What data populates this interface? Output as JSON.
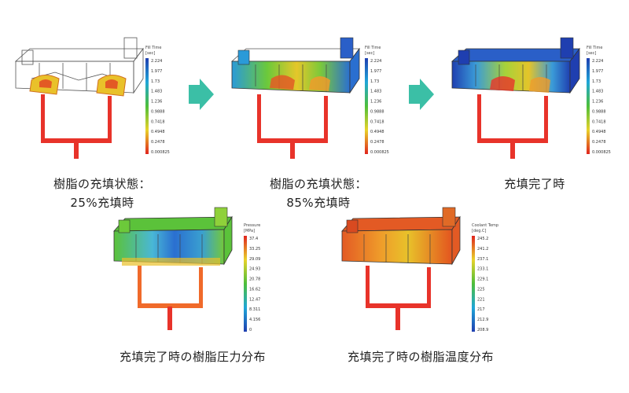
{
  "captions": {
    "fill25": [
      "樹脂の充填状態：",
      "25%充填時"
    ],
    "fill85": [
      "樹脂の充填状態：",
      "85%充填時"
    ],
    "fillDone": [
      "充填完了時"
    ],
    "pressure": [
      "充填完了時の樹脂圧力分布"
    ],
    "temperature": [
      "充填完了時の樹脂温度分布"
    ]
  },
  "legends": {
    "fillTime": {
      "title": [
        "Fill Time",
        "[sec]"
      ],
      "ticks": [
        "2.224",
        "1.977",
        "1.73",
        "1.483",
        "1.236",
        "0.9888",
        "0.7418",
        "0.4948",
        "0.2478",
        "0.000825"
      ]
    },
    "pressure": {
      "title": [
        "Pressure",
        "[MPa]"
      ],
      "ticks": [
        "37.4",
        "33.25",
        "29.09",
        "24.93",
        "20.78",
        "16.62",
        "12.47",
        "8.311",
        "4.156",
        "0"
      ]
    },
    "temperature": {
      "title": [
        "Coolant Temp",
        "[deg.C]"
      ],
      "ticks": [
        "245.2",
        "241.2",
        "237.1",
        "233.1",
        "229.1",
        "225",
        "221",
        "217",
        "212.9",
        "208.9"
      ]
    }
  },
  "colors": {
    "accent_arrow": "#3bbfa6",
    "runner_red": "#e8332a",
    "runner_orange": "#f06a2a"
  }
}
